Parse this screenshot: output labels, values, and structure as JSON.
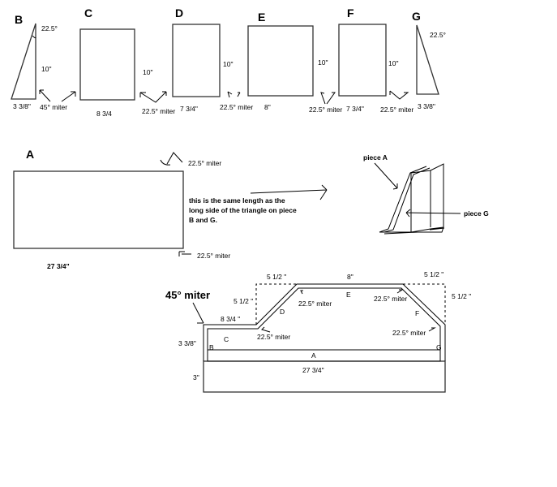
{
  "pieces": {
    "B": {
      "label": "B",
      "angle": "22.5°",
      "height": "10\"",
      "base": "3 3/8\"",
      "miter": "45° miter"
    },
    "C": {
      "label": "C",
      "height": "10\"",
      "width": "8 3/4"
    },
    "D": {
      "label": "D",
      "height": "10\"",
      "width": "7 3/4\"",
      "miter": "22.5° miter"
    },
    "E": {
      "label": "E",
      "width": "8\"",
      "miter": "22.5° miter"
    },
    "F": {
      "label": "F",
      "height_left": "10\"",
      "height_right": "10\"",
      "width": "7 3/4\"",
      "miter_left": "22.5° miter",
      "miter_right": "22.5° miter"
    },
    "G": {
      "label": "G",
      "angle": "22.5°",
      "base": "3 3/8\""
    }
  },
  "piece_a": {
    "label": "A",
    "miter_top": "22.5° miter",
    "miter_bottom": "22.5° miter",
    "length": "27 3/4\"",
    "note": [
      "this is the same length as the",
      "long side of the triangle on piece",
      "B and G."
    ]
  },
  "sketch": {
    "piece_a_label": "piece A",
    "piece_g_label": "piece G"
  },
  "assembly": {
    "miter45": "45° miter",
    "c_width": "8 3/4 \"",
    "d_rise": "5 1/2 \"",
    "d_run": "5 1/2 \"",
    "e_width": "8\"",
    "f_run": "5 1/2 \"",
    "f_rise": "5 1/2 \"",
    "height_bg": "3 3/8\"",
    "base_height": "3\"",
    "length": "27 3/4\"",
    "labels": {
      "B": "B",
      "C": "C",
      "D": "D",
      "E": "E",
      "F": "F",
      "G": "G",
      "A": "A"
    },
    "miters": [
      "22.5° miter",
      "22.5° miter",
      "22.5° miter",
      "22.5° miter"
    ]
  }
}
